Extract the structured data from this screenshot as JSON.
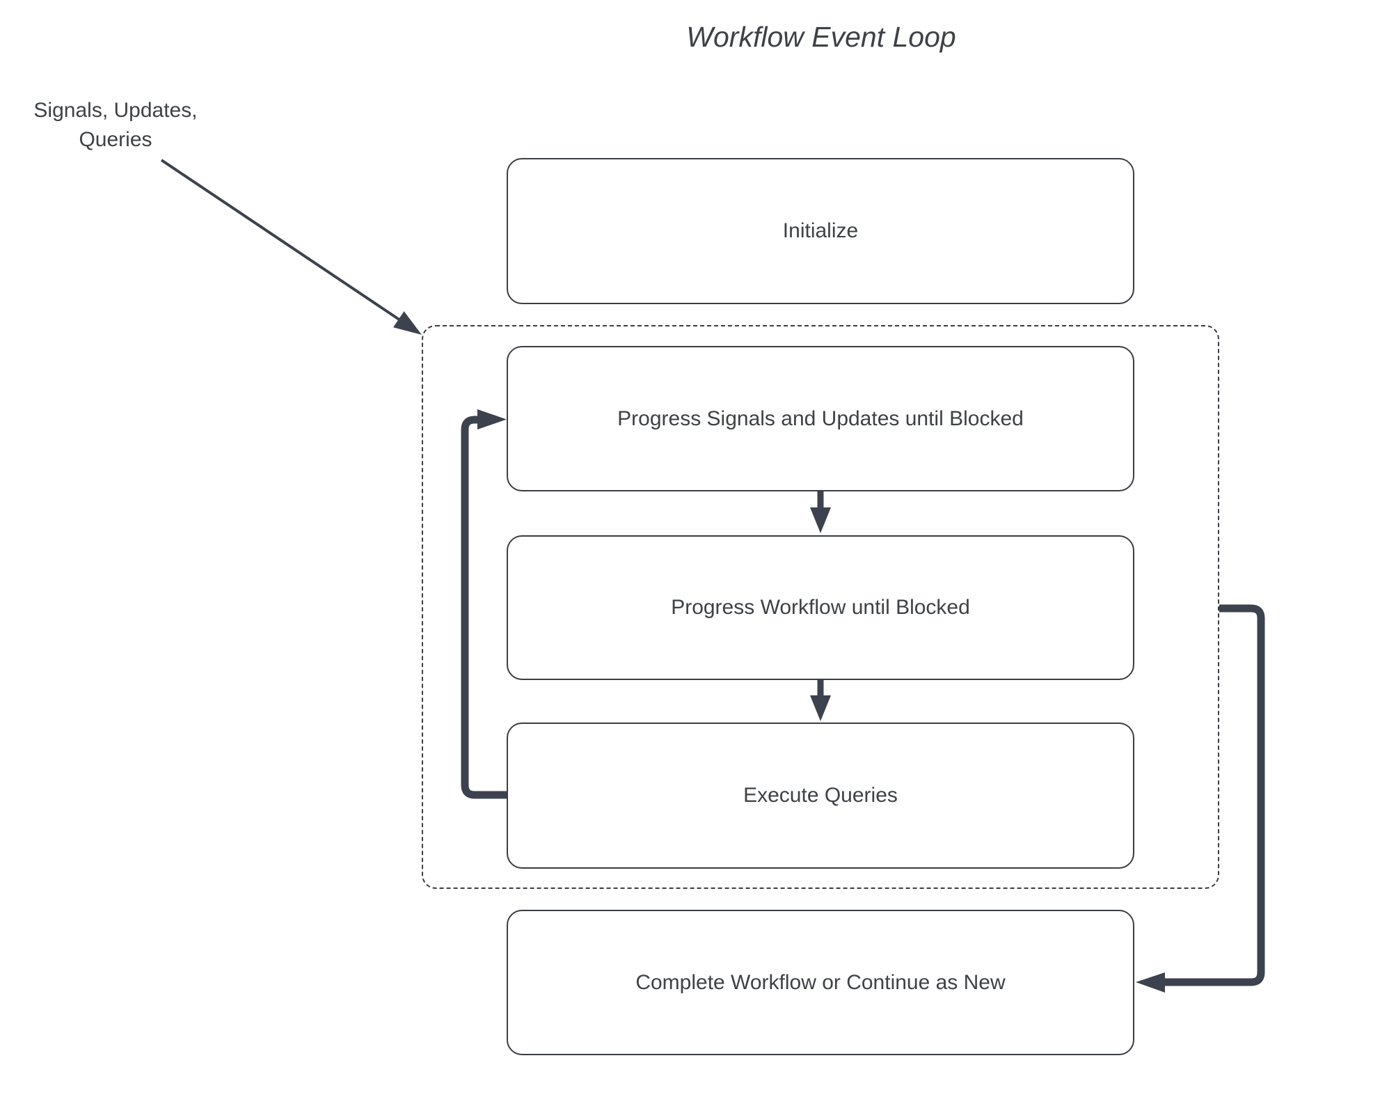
{
  "diagram": {
    "title": "Workflow Event Loop",
    "external_input_label": "Signals, Updates,\nQueries",
    "nodes": {
      "initialize": "Initialize",
      "progress_signals": "Progress Signals and Updates until Blocked",
      "progress_workflow": "Progress Workflow until Blocked",
      "execute_queries": "Execute Queries",
      "complete": "Complete Workflow or Continue as New"
    },
    "colors": {
      "bg": "#ffffff",
      "text": "#3e4145",
      "border": "#3a3d42",
      "arrow": "#3c424e"
    }
  }
}
